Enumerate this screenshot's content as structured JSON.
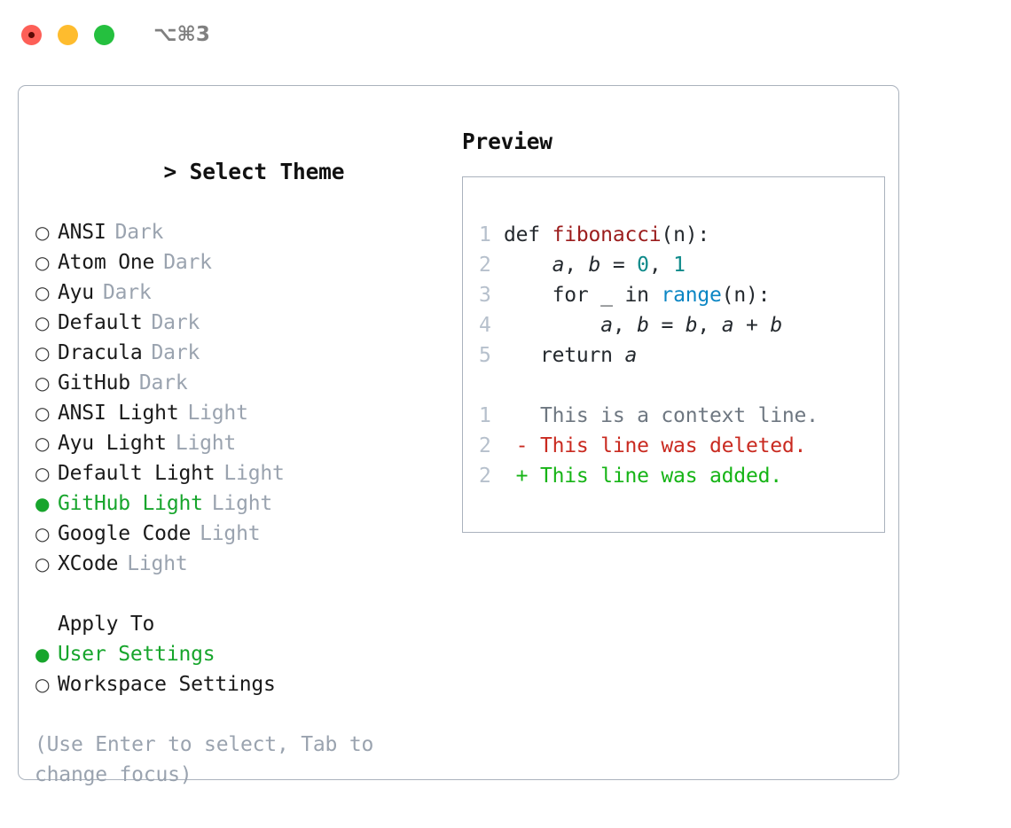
{
  "titlebar": {
    "shortcut": "⌥⌘3",
    "buttons": [
      {
        "name": "close",
        "color": "#fd5f57"
      },
      {
        "name": "minimize",
        "color": "#febc2e"
      },
      {
        "name": "maximize",
        "color": "#25c03f"
      }
    ]
  },
  "theme_picker": {
    "focus_marker": ">",
    "title": "Select Theme",
    "bullet_unselected": "○",
    "bullet_selected": "●",
    "selected_color": "#17a52c",
    "items": [
      {
        "label": "ANSI",
        "tag": "Dark",
        "selected": false
      },
      {
        "label": "Atom One",
        "tag": "Dark",
        "selected": false
      },
      {
        "label": "Ayu",
        "tag": "Dark",
        "selected": false
      },
      {
        "label": "Default",
        "tag": "Dark",
        "selected": false
      },
      {
        "label": "Dracula",
        "tag": "Dark",
        "selected": false
      },
      {
        "label": "GitHub",
        "tag": "Dark",
        "selected": false
      },
      {
        "label": "ANSI Light",
        "tag": "Light",
        "selected": false
      },
      {
        "label": "Ayu Light",
        "tag": "Light",
        "selected": false
      },
      {
        "label": "Default Light",
        "tag": "Light",
        "selected": false
      },
      {
        "label": "GitHub Light",
        "tag": "Light",
        "selected": true
      },
      {
        "label": "Google Code",
        "tag": "Light",
        "selected": false
      },
      {
        "label": "XCode",
        "tag": "Light",
        "selected": false
      }
    ]
  },
  "apply_to": {
    "title": "Apply To",
    "items": [
      {
        "label": "User Settings",
        "selected": true
      },
      {
        "label": "Workspace Settings",
        "selected": false
      }
    ]
  },
  "hint": "(Use Enter to select, Tab to change focus)",
  "preview": {
    "title": "Preview",
    "code_lines": [
      {
        "lineno": "1",
        "tokens": [
          {
            "t": "def ",
            "c": "code-text"
          },
          {
            "t": "fibonacci",
            "c": "tok-fn"
          },
          {
            "t": "(n):",
            "c": "code-text"
          }
        ]
      },
      {
        "lineno": "2",
        "tokens": [
          {
            "t": "    ",
            "c": "code-text"
          },
          {
            "t": "a",
            "c": "code-text tok-ital"
          },
          {
            "t": ", ",
            "c": "code-text"
          },
          {
            "t": "b",
            "c": "code-text tok-ital"
          },
          {
            "t": " = ",
            "c": "code-text"
          },
          {
            "t": "0",
            "c": "tok-num"
          },
          {
            "t": ", ",
            "c": "code-text"
          },
          {
            "t": "1",
            "c": "tok-num"
          }
        ]
      },
      {
        "lineno": "3",
        "tokens": [
          {
            "t": "    for _ in ",
            "c": "code-text"
          },
          {
            "t": "range",
            "c": "tok-blt"
          },
          {
            "t": "(n):",
            "c": "code-text"
          }
        ]
      },
      {
        "lineno": "4",
        "tokens": [
          {
            "t": "        ",
            "c": "code-text"
          },
          {
            "t": "a",
            "c": "code-text tok-ital"
          },
          {
            "t": ", ",
            "c": "code-text"
          },
          {
            "t": "b",
            "c": "code-text tok-ital"
          },
          {
            "t": " = ",
            "c": "code-text"
          },
          {
            "t": "b",
            "c": "code-text tok-ital"
          },
          {
            "t": ", ",
            "c": "code-text"
          },
          {
            "t": "a",
            "c": "code-text tok-ital"
          },
          {
            "t": " + ",
            "c": "code-text"
          },
          {
            "t": "b",
            "c": "code-text tok-ital"
          }
        ]
      },
      {
        "lineno": "5",
        "tokens": [
          {
            "t": "   return ",
            "c": "code-text"
          },
          {
            "t": "a",
            "c": "code-text tok-ital"
          }
        ]
      }
    ],
    "diff_lines": [
      {
        "lineno": "1",
        "tokens": [
          {
            "t": "   This is a context line.",
            "c": "diff-ctx"
          }
        ]
      },
      {
        "lineno": "2",
        "tokens": [
          {
            "t": " - This line was deleted.",
            "c": "diff-del"
          }
        ]
      },
      {
        "lineno": "2",
        "tokens": [
          {
            "t": " + This line was added.",
            "c": "diff-add"
          }
        ]
      }
    ]
  }
}
